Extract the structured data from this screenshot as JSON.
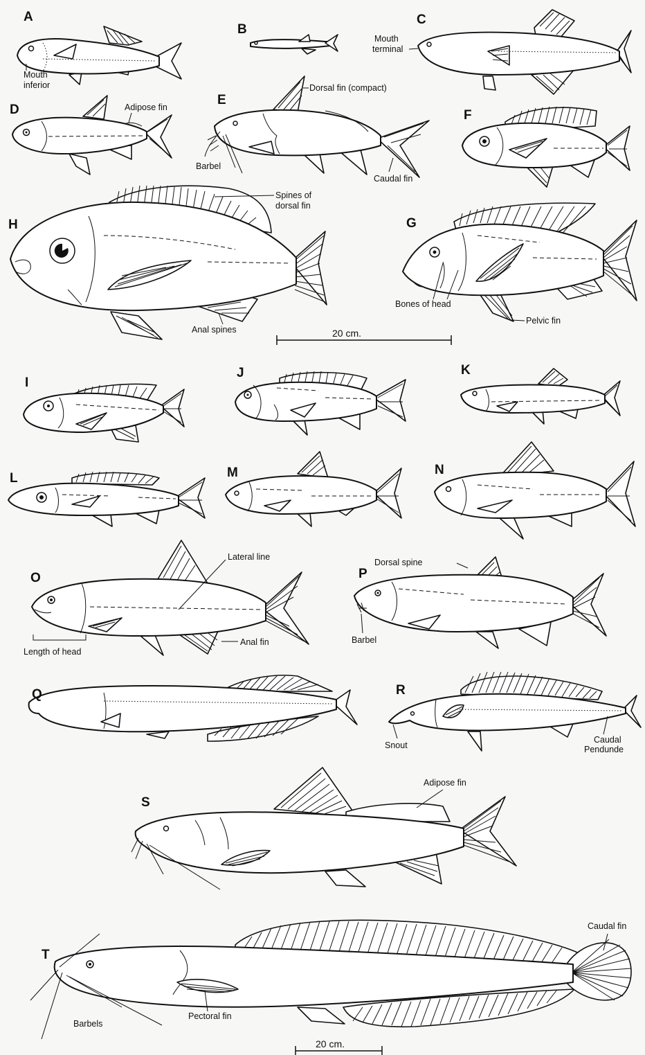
{
  "letters": {
    "A": "A",
    "B": "B",
    "C": "C",
    "D": "D",
    "E": "E",
    "F": "F",
    "G": "G",
    "H": "H",
    "I": "I",
    "J": "J",
    "K": "K",
    "L": "L",
    "M": "M",
    "N": "N",
    "O": "O",
    "P": "P",
    "Q": "Q",
    "R": "R",
    "S": "S",
    "T": "T"
  },
  "labels": {
    "mouth_inferior_1": "Mouth",
    "mouth_inferior_2": "inferior",
    "mouth_terminal_1": "Mouth",
    "mouth_terminal_2": "terminal",
    "adipose_fin_d": "Adipose fin",
    "dorsal_fin_compact": "Dorsal fin (compact)",
    "barbel_e": "Barbel",
    "caudal_fin_e": "Caudal fin",
    "spines_dorsal_1": "Spines of",
    "spines_dorsal_2": "dorsal fin",
    "anal_spines": "Anal spines",
    "bones_of_head": "Bones of head",
    "pelvic_fin": "Pelvic fin",
    "scale_top": "20 cm.",
    "lateral_line": "Lateral line",
    "length_of_head": "Length of head",
    "anal_fin": "Anal fin",
    "dorsal_spine": "Dorsal spine",
    "barbel_p": "Barbel",
    "snout": "Snout",
    "caudal_peduncle_1": "Caudal",
    "caudal_peduncle_2": "Pendunde",
    "adipose_fin_s": "Adipose fin",
    "caudal_fin_t": "Caudal fin",
    "barbels": "Barbels",
    "pectoral_fin": "Pectoral fin",
    "scale_bottom": "20 cm."
  }
}
